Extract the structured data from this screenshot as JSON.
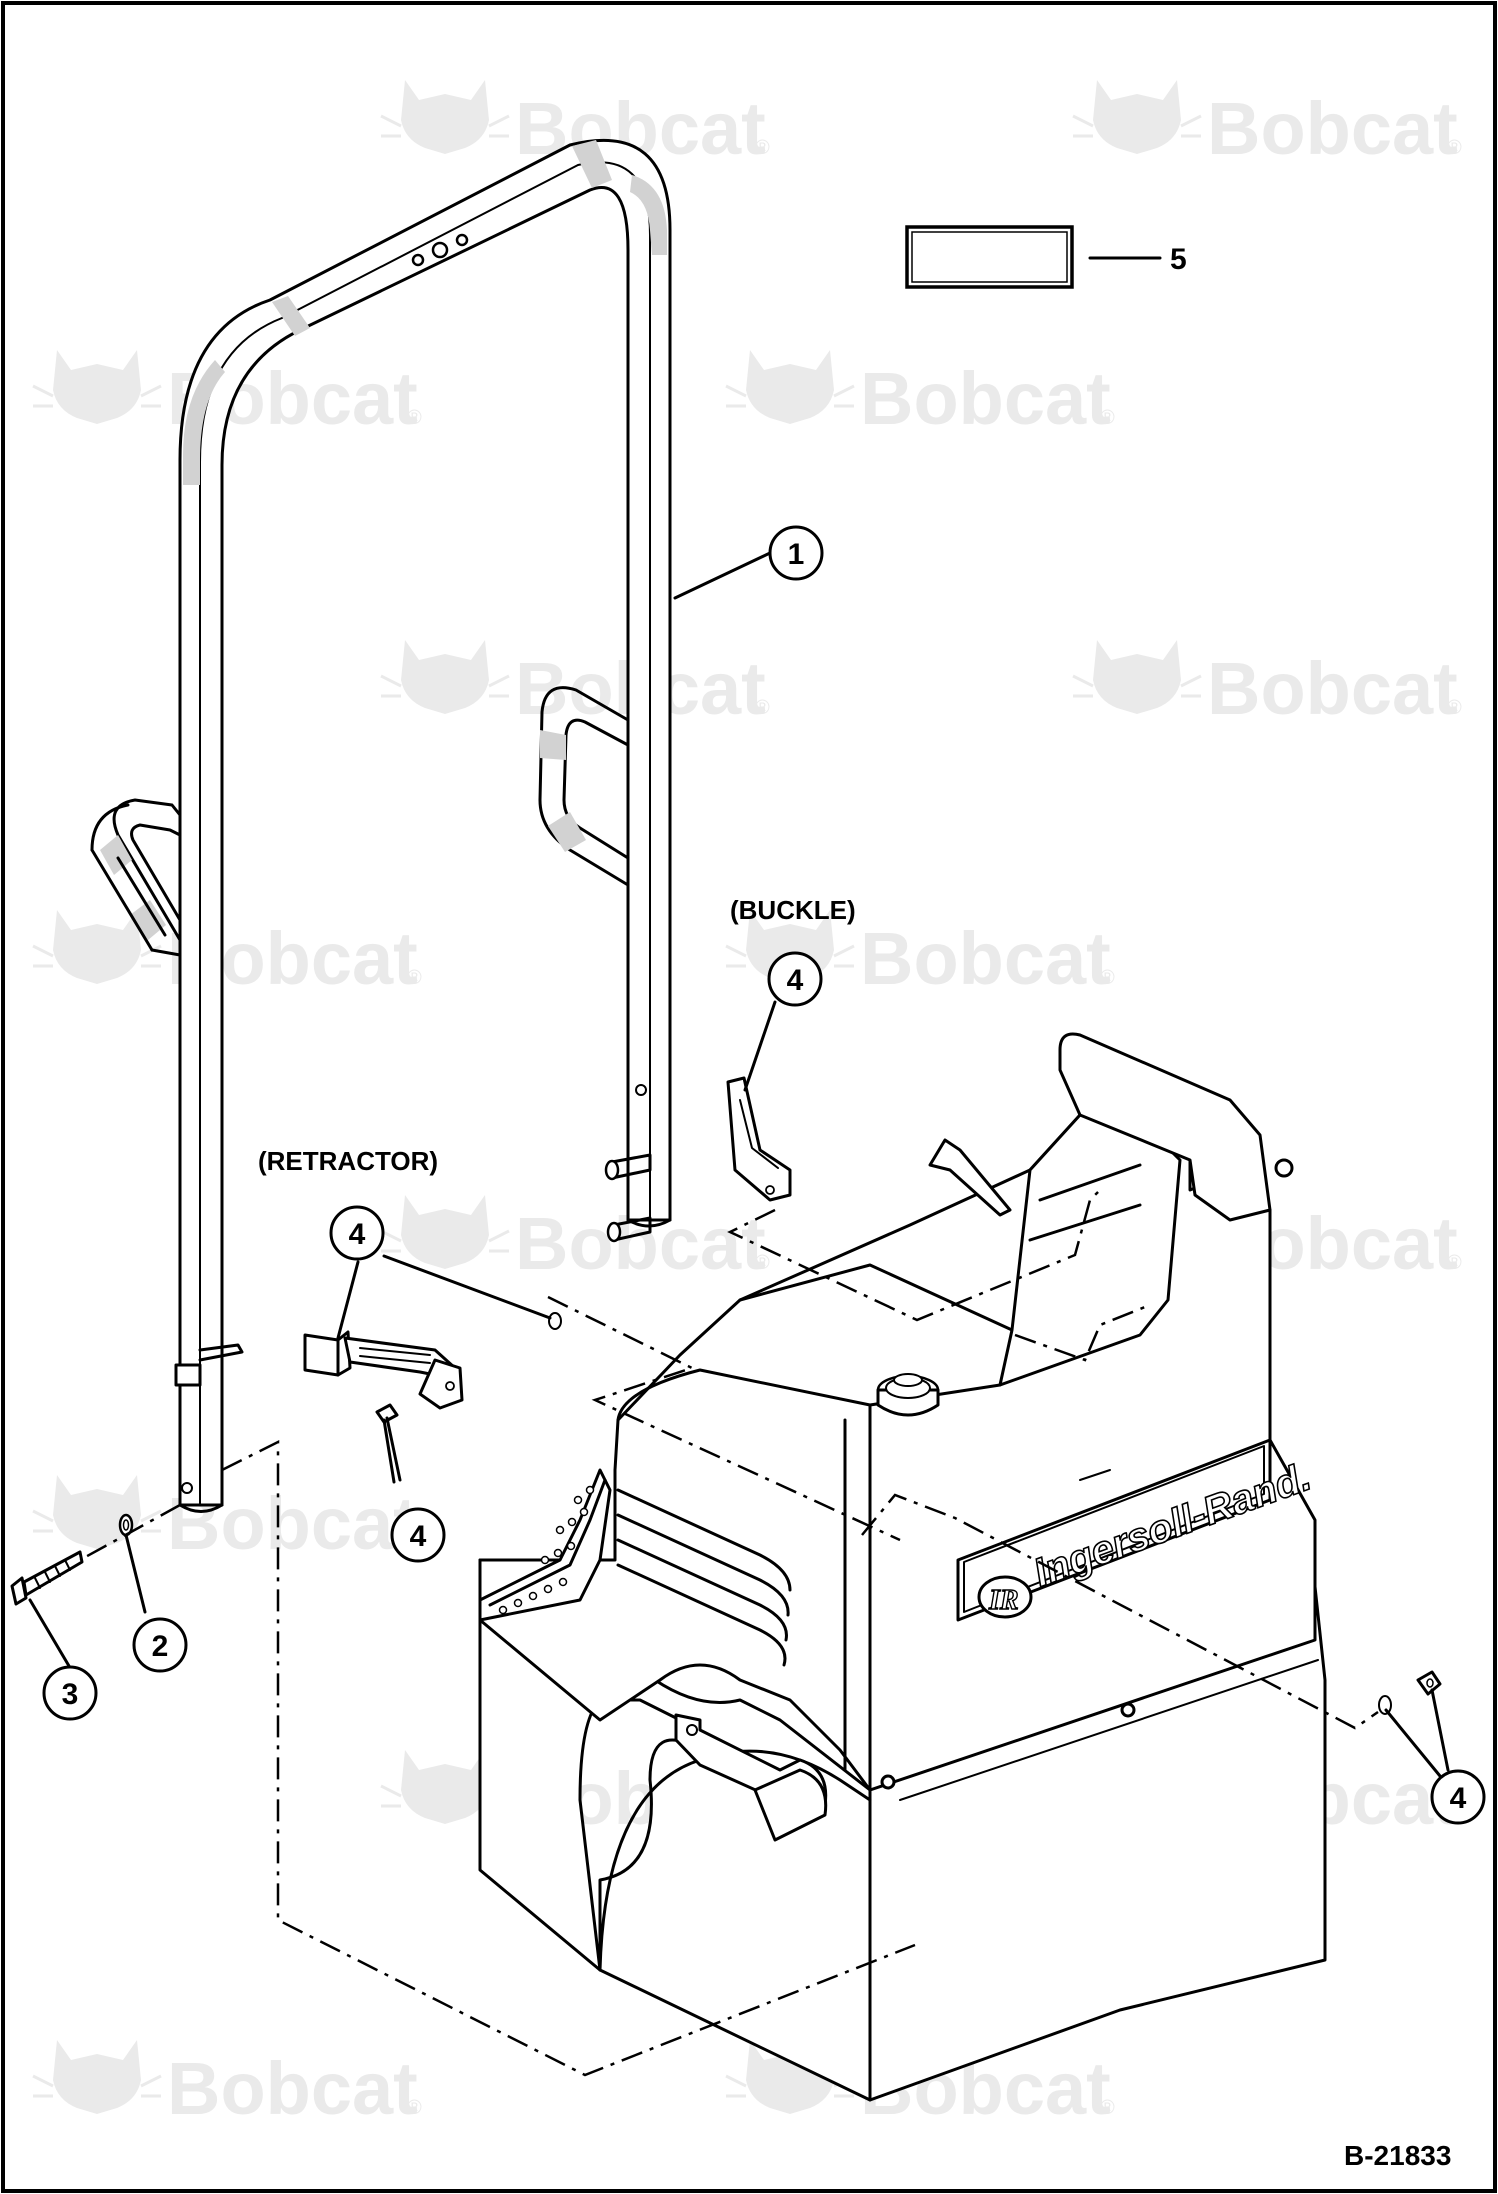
{
  "watermark": {
    "brand": "Bobcat",
    "mark": "®",
    "color": "#eaeaea"
  },
  "callouts": [
    {
      "id": "1",
      "label": "1"
    },
    {
      "id": "2",
      "label": "2"
    },
    {
      "id": "3",
      "label": "3"
    },
    {
      "id": "4a",
      "label": "4"
    },
    {
      "id": "4b",
      "label": "4"
    },
    {
      "id": "4c",
      "label": "4"
    },
    {
      "id": "4d",
      "label": "4"
    },
    {
      "id": "5",
      "label": "5"
    }
  ],
  "labels": {
    "buckle": "(BUCKLE)",
    "retractor": "(RETRACTOR)"
  },
  "machine_brand": {
    "logo_initials": "IR",
    "name": "Ingersoll-Rand."
  },
  "drawing_id": "B-21833",
  "icons": [
    "bobcat-logo-icon",
    "ingersoll-rand-logo-icon",
    "decal-icon"
  ]
}
